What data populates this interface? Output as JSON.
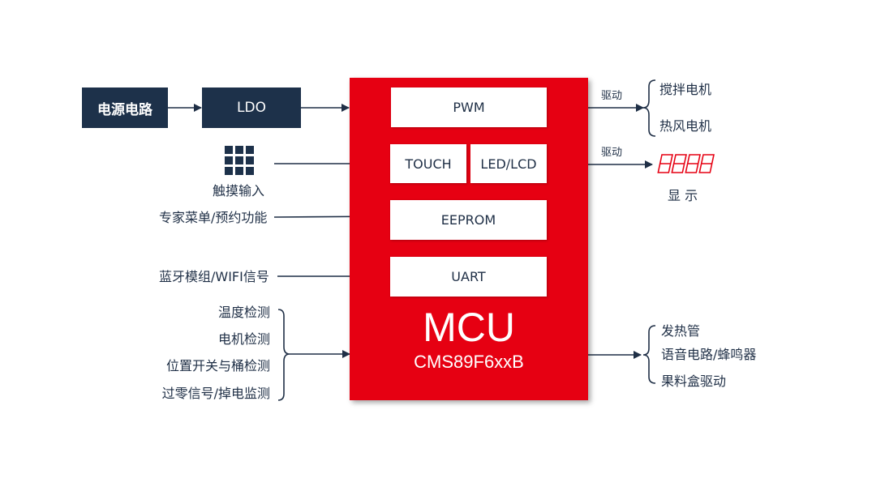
{
  "power": {
    "source_label": "电源电路",
    "ldo_label": "LDO"
  },
  "mcu": {
    "title": "MCU",
    "model": "CMS89F6xxB",
    "modules": {
      "pwm": "PWM",
      "touch": "TOUCH",
      "led_lcd": "LED/LCD",
      "eeprom": "EEPROM",
      "uart": "UART"
    }
  },
  "inputs": {
    "touch_input": "触摸输入",
    "menu": "专家菜单/预约功能",
    "bluetooth": "蓝牙模组/WIFI信号",
    "detections": [
      "温度检测",
      "电机检测",
      "位置开关与桶检测",
      "过零信号/掉电监测"
    ]
  },
  "outputs": {
    "drive_label_pwm": "驱动",
    "motors": [
      "搅拌电机",
      "热风电机"
    ],
    "drive_label_led": "驱动",
    "display_label": "显 示",
    "others": [
      "发热管",
      "语音电路/蜂鸣器",
      "果料盒驱动"
    ]
  },
  "colors": {
    "accent": "#e60012",
    "dark": "#1d314a",
    "line": "#1f2f46"
  },
  "icons": {
    "keypad": "keypad-icon",
    "seven_segment": "seven-segment-display-icon"
  }
}
